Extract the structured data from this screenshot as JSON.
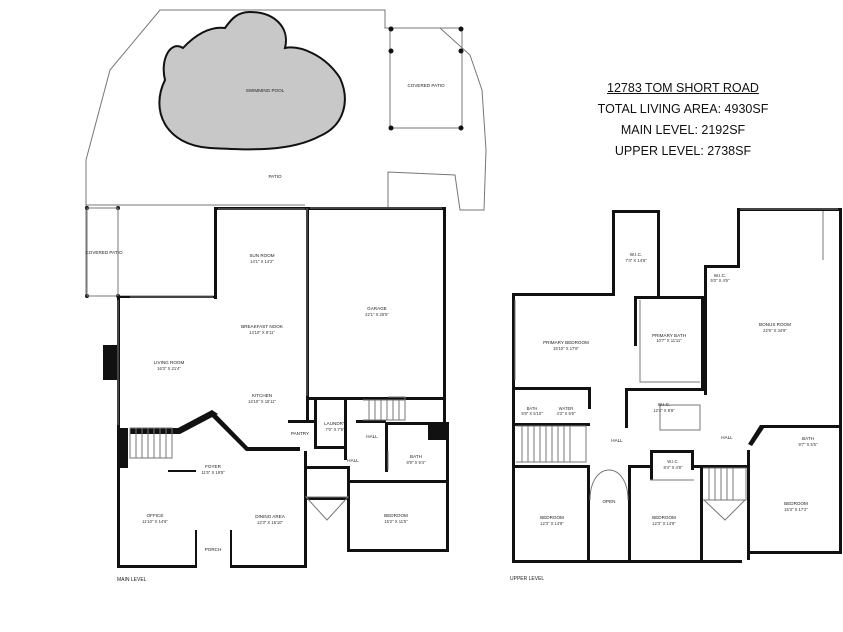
{
  "header": {
    "address": "12783 TOM SHORT ROAD",
    "total": "TOTAL LIVING AREA: 4930SF",
    "main": "MAIN LEVEL: 2192SF",
    "upper": "UPPER LEVEL: 2738SF"
  },
  "main_level": {
    "label": "MAIN LEVEL",
    "pool": "SWIMMING POOL",
    "covered_patio_top": "COVERED PATIO",
    "patio": "PATIO",
    "covered_patio_left": "COVERED PATIO",
    "sun_room": {
      "name": "SUN ROOM",
      "dim": "14'1\" X 14'2\""
    },
    "garage": {
      "name": "GARAGE",
      "dim": "22'1\" X 25'5\""
    },
    "breakfast": {
      "name": "BREAKFAST NOOK",
      "dim": "14'10\" X 8'11\""
    },
    "living": {
      "name": "LIVING ROOM",
      "dim": "16'3\" X 21'4\""
    },
    "kitchen": {
      "name": "KITCHEN",
      "dim": "14'10\" X 15'11\""
    },
    "pantry": "PANTRY",
    "laundry": {
      "name": "LAUNDRY",
      "dim": "7'0\" X 7'9\""
    },
    "hall_small": "HALL",
    "bath": {
      "name": "BATH",
      "dim": "8'9\" X 9'4\""
    },
    "foyer": {
      "name": "FOYER",
      "dim": "11'5\" X 19'5\""
    },
    "hall": "HALL",
    "office": {
      "name": "OFFICE",
      "dim": "11'10\" X 14'6\""
    },
    "dining": {
      "name": "DINING AREA",
      "dim": "12'3\" X 15'10\""
    },
    "porch": "PORCH",
    "bedroom": {
      "name": "BEDROOM",
      "dim": "15'2\" X 11'5\""
    }
  },
  "upper_level": {
    "label": "UPPER LEVEL",
    "wic_top": {
      "name": "W.I.C.",
      "dim": "7'4\" X 14'6\""
    },
    "wic_small": {
      "name": "W.I.C.",
      "dim": "5'0\" X 4'6\""
    },
    "primary_bedroom": {
      "name": "PRIMARY BEDROOM",
      "dim": "15'10\" X 17'6\""
    },
    "primary_bath": {
      "name": "PRIMARY BATH",
      "dim": "10'7\" X 11'11\""
    },
    "bonus": {
      "name": "BONUS ROOM",
      "dim": "22'6\" X 34'9\""
    },
    "wic_mid": {
      "name": "W.I.C.",
      "dim": "12'4\" X 8'8\""
    },
    "bath_small": {
      "name": "BATH",
      "dim": "5'8\" X 5'10\""
    },
    "water": {
      "name": "WATER",
      "dim": "4'3\" X 5'6\""
    },
    "hall_left": "HALL",
    "hall_right": "HALL",
    "wic_low": {
      "name": "W.I.C.",
      "dim": "8'4\" X 4'8\""
    },
    "bath": {
      "name": "BATH",
      "dim": "9'7\" X 5'5\""
    },
    "bedroom_left": {
      "name": "BEDROOM",
      "dim": "12'3\" X 14'8\""
    },
    "open": "OPEN",
    "bedroom_mid": {
      "name": "BEDROOM",
      "dim": "12'3\" X 14'8\""
    },
    "bedroom_right": {
      "name": "BEDROOM",
      "dim": "15'3\" X 17'2\""
    }
  }
}
